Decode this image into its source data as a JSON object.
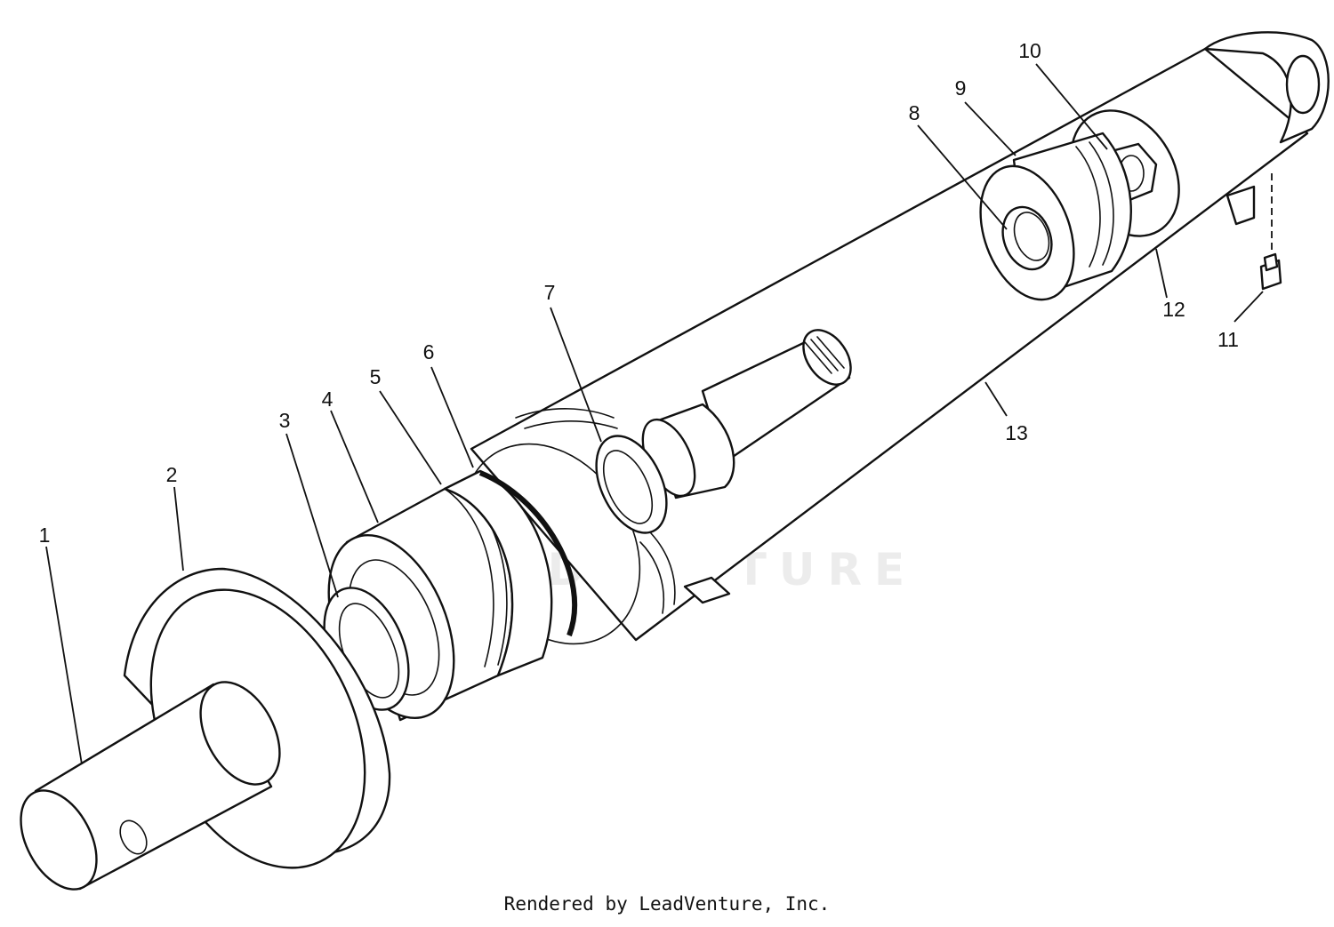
{
  "watermark": "LEADVENTURE",
  "credit": "Rendered by LeadVenture, Inc.",
  "callouts": [
    "1",
    "2",
    "3",
    "4",
    "5",
    "6",
    "7",
    "8",
    "9",
    "10",
    "11",
    "12",
    "13"
  ],
  "colors": {
    "line": "#111111",
    "background": "#ffffff",
    "watermark": "#ececec"
  }
}
